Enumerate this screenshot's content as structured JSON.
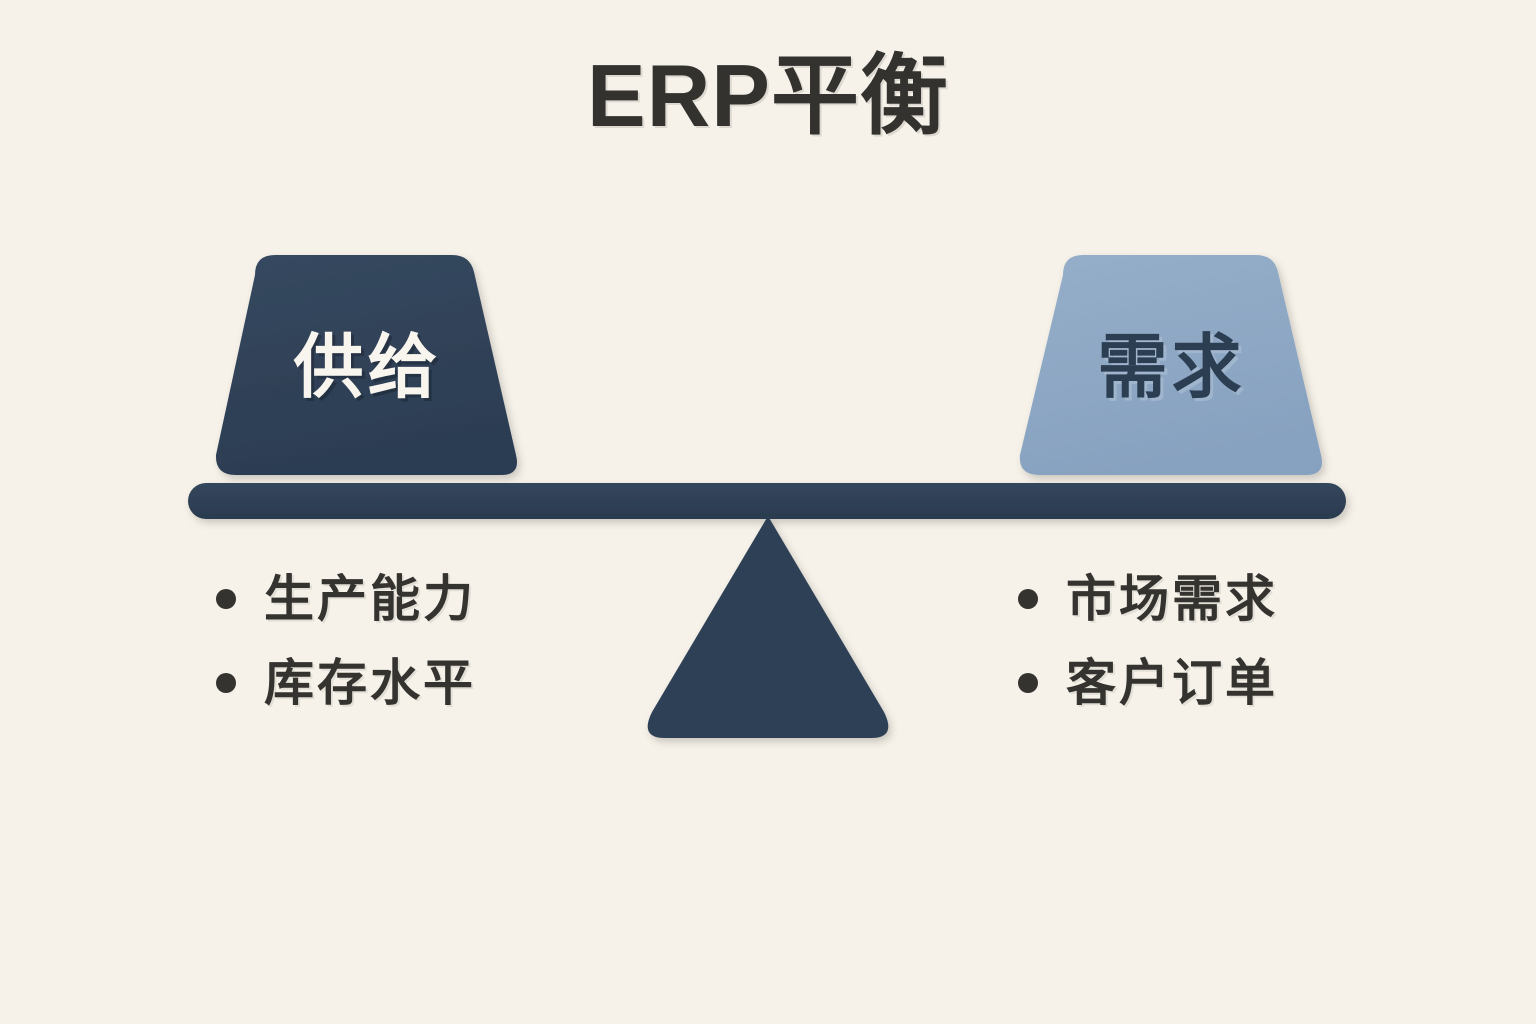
{
  "page": {
    "title": "ERP平衡",
    "background_color": "#f6f2e9"
  },
  "diagram": {
    "type": "balance-scale",
    "colors": {
      "dark_slate": "#2f4156",
      "light_steel": "#8ca7c4",
      "text_dark": "#35332f",
      "text_light": "#f7f5ee",
      "background": "#f6f2e9"
    },
    "left_pan": {
      "label": "供给",
      "fill": "#2f4156",
      "text_color": "#f7f5ee",
      "items": [
        {
          "text": "生产能力"
        },
        {
          "text": "库存水平"
        }
      ]
    },
    "right_pan": {
      "label": "需求",
      "fill": "#8ca7c4",
      "text_color": "#2c3e52",
      "items": [
        {
          "text": "市场需求"
        },
        {
          "text": "客户订单"
        }
      ]
    },
    "beam": {
      "fill": "#2f4156"
    },
    "fulcrum": {
      "fill": "#2f4156",
      "shape": "triangle"
    }
  }
}
